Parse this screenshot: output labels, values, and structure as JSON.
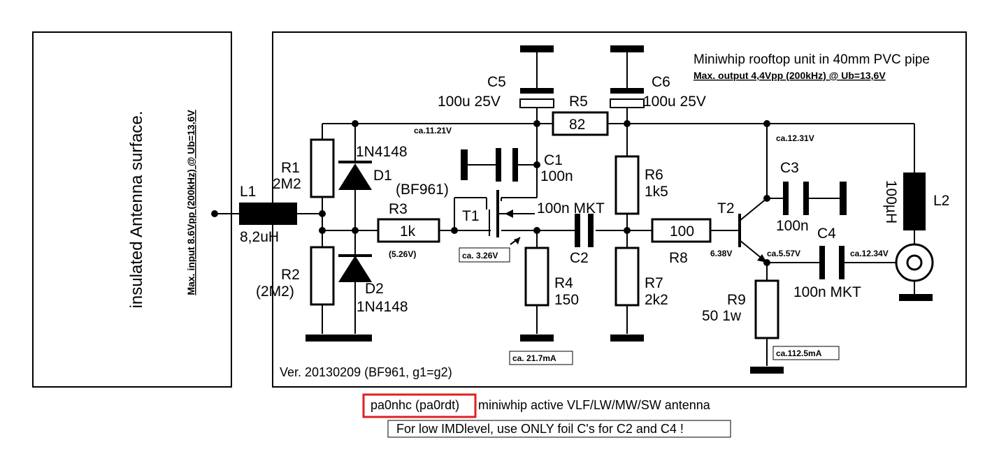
{
  "antenna_panel": {
    "surface_label": "insulated Antenna surface.",
    "max_input": "Max. input 8.6Vpp (200kHz) @ Ub=13,6V"
  },
  "header": {
    "title": "Miniwhip rooftop unit in 40mm PVC pipe",
    "max_output": "Max. output 4,4Vpp (200kHz)  @ Ub=13,6V"
  },
  "version": "Ver. 20130209 (BF961, g1=g2)",
  "components": {
    "L1": {
      "name": "L1",
      "value": "8,2uH"
    },
    "R1": {
      "name": "R1",
      "value": "2M2"
    },
    "R2": {
      "name": "R2",
      "value": "(2M2)"
    },
    "D1": {
      "name": "D1",
      "part": "1N4148"
    },
    "D2": {
      "name": "D2",
      "part": "1N4148"
    },
    "R3": {
      "name": "R3",
      "value": "1k"
    },
    "T1": {
      "name": "T1",
      "part": "(BF961)"
    },
    "C1": {
      "name": "C1",
      "value": "100n"
    },
    "C5": {
      "name": "C5",
      "value": "100u 25V"
    },
    "C6": {
      "name": "C6",
      "value": "100u 25V"
    },
    "R5": {
      "name": "R5",
      "value": "82"
    },
    "R6": {
      "name": "R6",
      "value": "1k5"
    },
    "R7": {
      "name": "R7",
      "value": "2k2"
    },
    "R4": {
      "name": "R4",
      "value": "150"
    },
    "C2": {
      "name": "C2",
      "value": "100n MKT"
    },
    "R8": {
      "name": "R8",
      "value": "100"
    },
    "T2": {
      "name": "T2"
    },
    "C3": {
      "name": "C3",
      "value": "100n"
    },
    "C4": {
      "name": "C4",
      "value": "100n MKT"
    },
    "R9": {
      "name": "R9",
      "value": "50 1w"
    },
    "L2": {
      "name": "L2",
      "value": "100µH"
    }
  },
  "measurements": {
    "v_supply_left": "ca.11.21V",
    "v_supply_right": "ca.12.31V",
    "v_r3": "(5.26V)",
    "v_t1": "ca. 3.26V",
    "i_t1": "ca. 21.7mA",
    "v_t2_base": "6.38V",
    "v_t2_emitter": "ca.5.57V",
    "v_output": "ca.12.34V",
    "i_t2": "ca.112.5mA"
  },
  "footer": {
    "author": "pa0nhc (pa0rdt)",
    "description": "miniwhip active VLF/LW/MW/SW  antenna",
    "note": "For low IMDlevel, use ONLY foil C's for C2 and C4 !"
  },
  "colors": {
    "highlight": "#e02020",
    "ink": "#000000"
  }
}
